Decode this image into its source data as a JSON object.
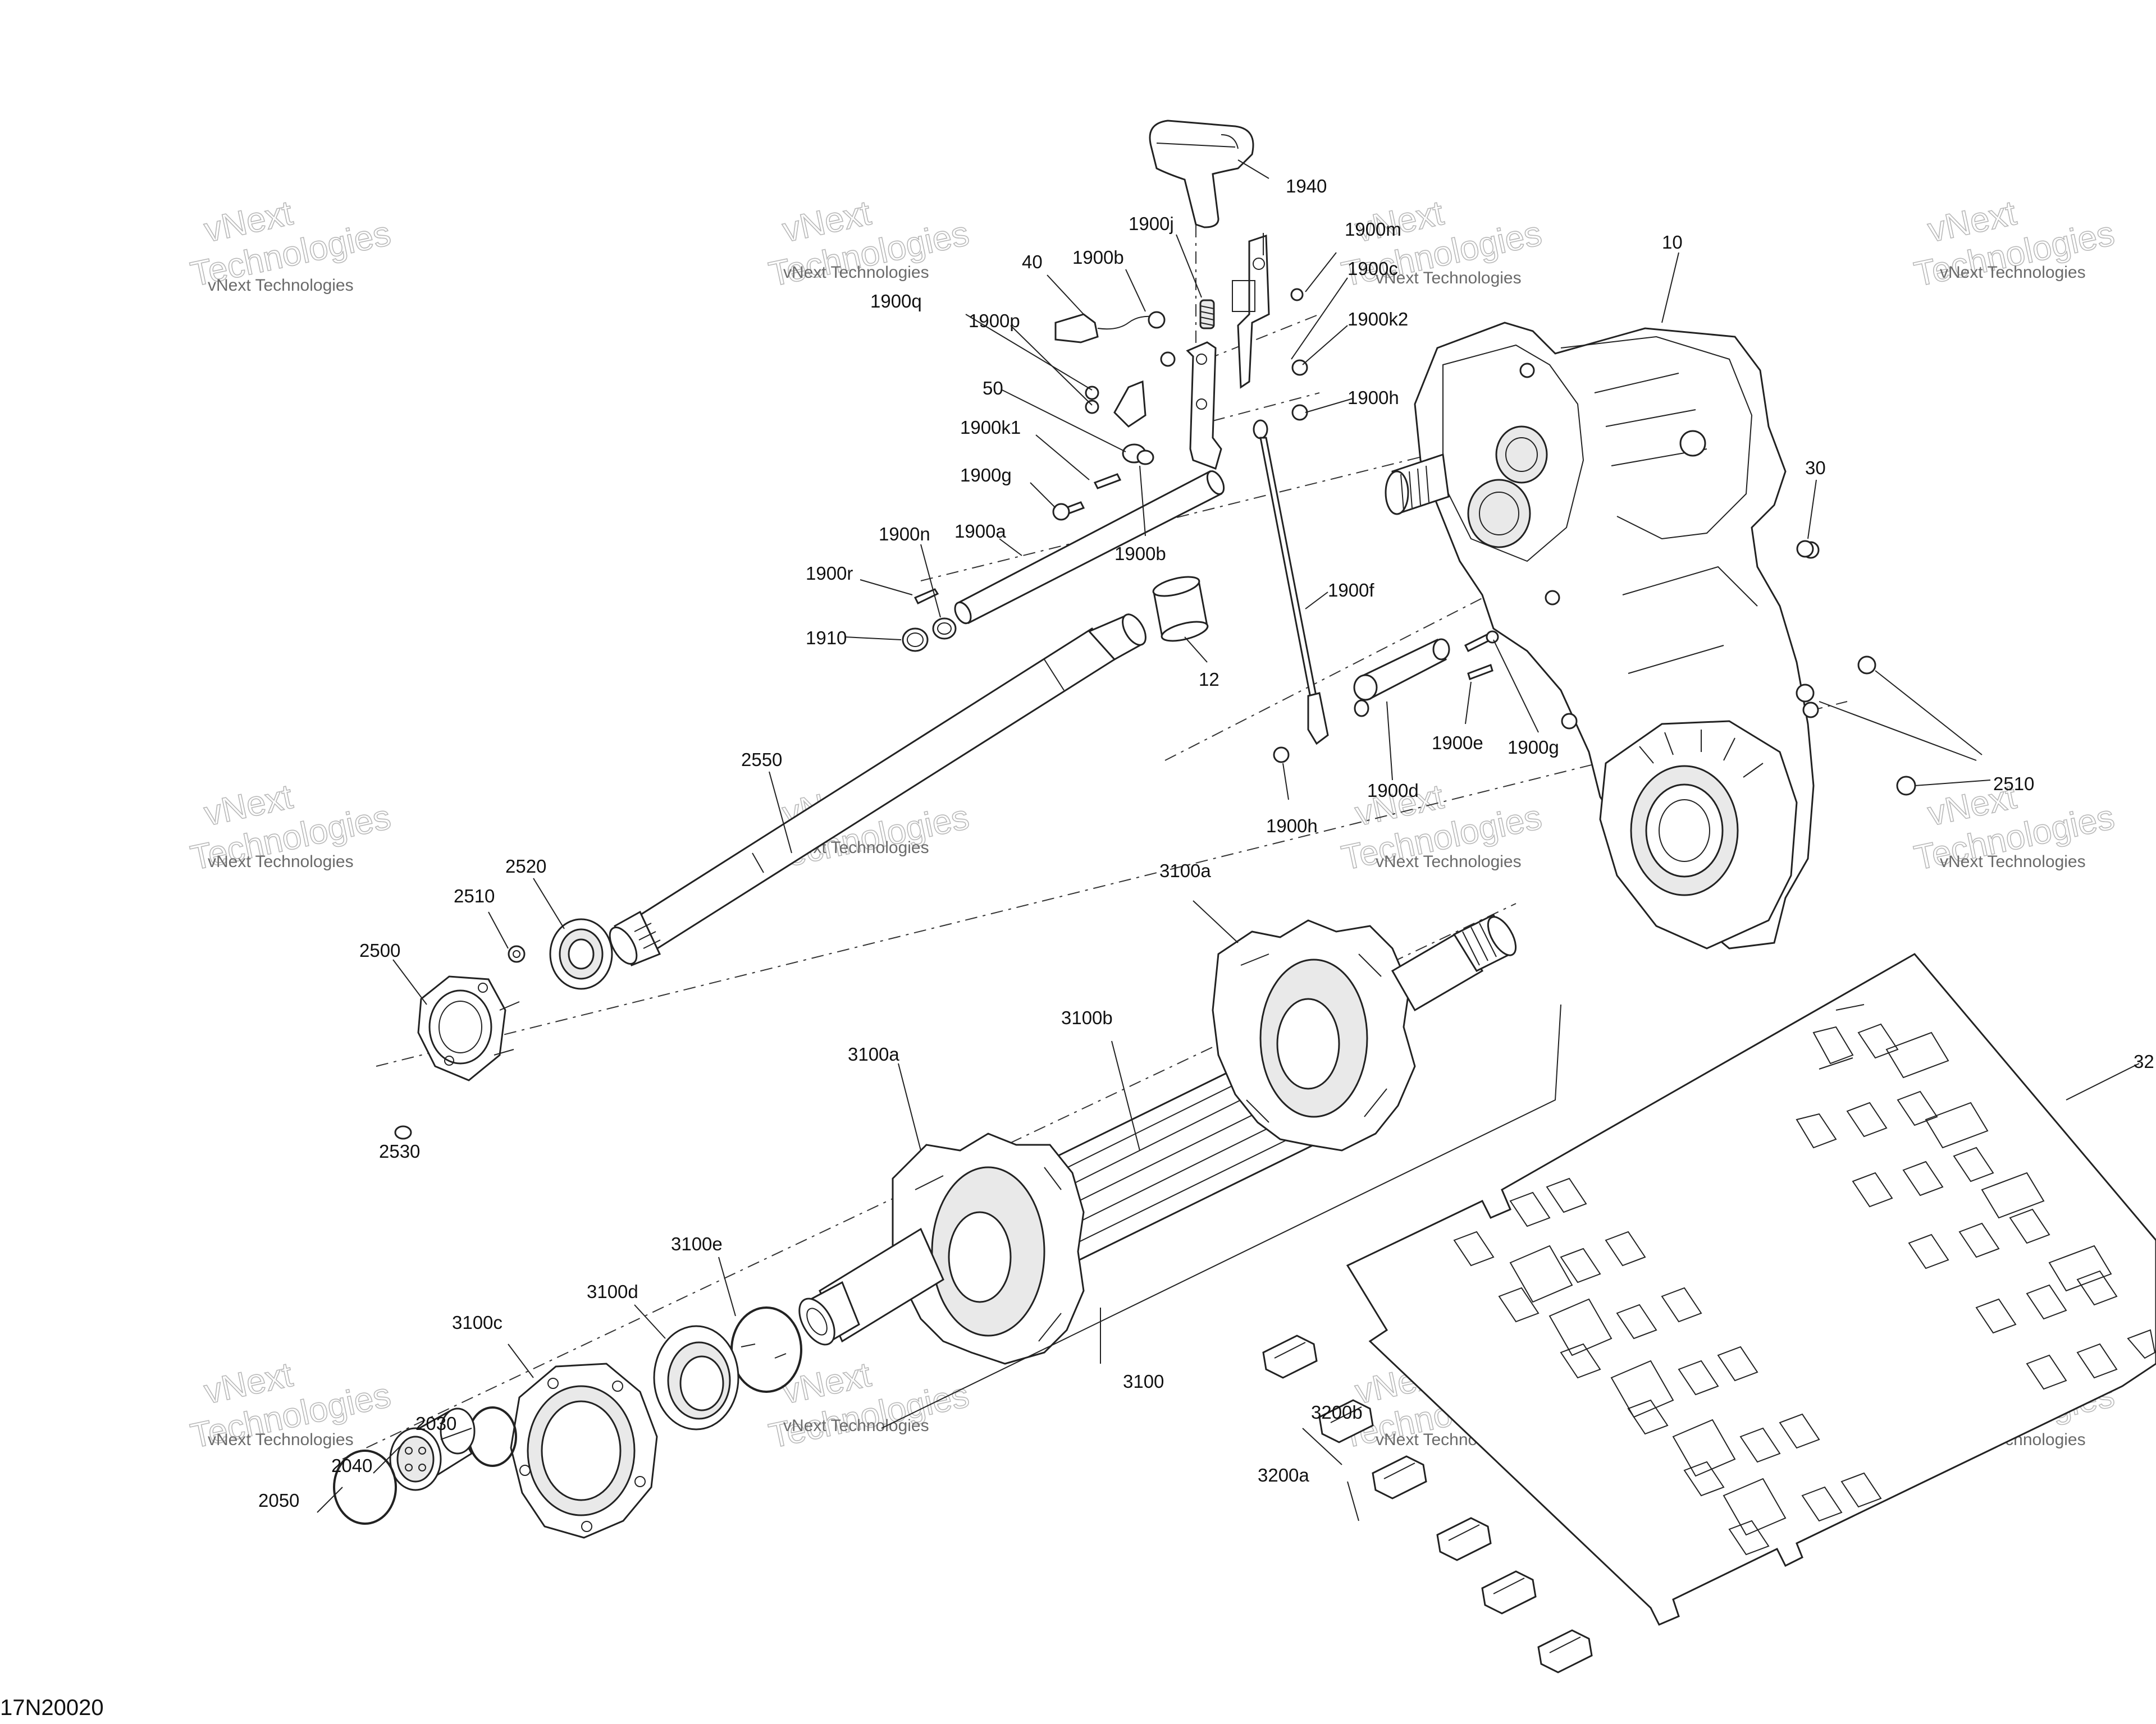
{
  "diagram_code": "17N20020",
  "watermark": {
    "line1": "vNext",
    "line2": "Technologies",
    "full": "vNext Technologies"
  },
  "callouts": {
    "c10": "10",
    "c12": "12",
    "c30": "30",
    "c40": "40",
    "c50": "50",
    "c1900a": "1900a",
    "c1900b_top": "1900b",
    "c1900b_low": "1900b",
    "c1900d": "1900d",
    "c1900e": "1900e",
    "c1900f": "1900f",
    "c1900g_left": "1900g",
    "c1900g_right": "1900g",
    "c1900h_top": "1900h",
    "c1900h_low": "1900h",
    "c1900j": "1900j",
    "c1900k1": "1900k1",
    "c1900k2": "1900k2",
    "c1900m": "1900m",
    "c1900n": "1900n",
    "c1900p": "1900p",
    "c1900q": "1900q",
    "c1900r": "1900r",
    "c1900x": "1900c",
    "c1910": "1910",
    "c1940": "1940",
    "c2030": "2030",
    "c2040": "2040",
    "c2050": "2050",
    "c2500": "2500",
    "c2510_left": "2510",
    "c2510_right": "2510",
    "c2520": "2520",
    "c2530": "2530",
    "c2550": "2550",
    "c3100": "3100",
    "c3100a_top": "3100a",
    "c3100a_low": "3100a",
    "c3100b": "3100b",
    "c3100c": "3100c",
    "c3100d": "3100d",
    "c3100e": "3100e",
    "c3200a": "3200a",
    "c3200b": "3200b",
    "c32": "32"
  }
}
